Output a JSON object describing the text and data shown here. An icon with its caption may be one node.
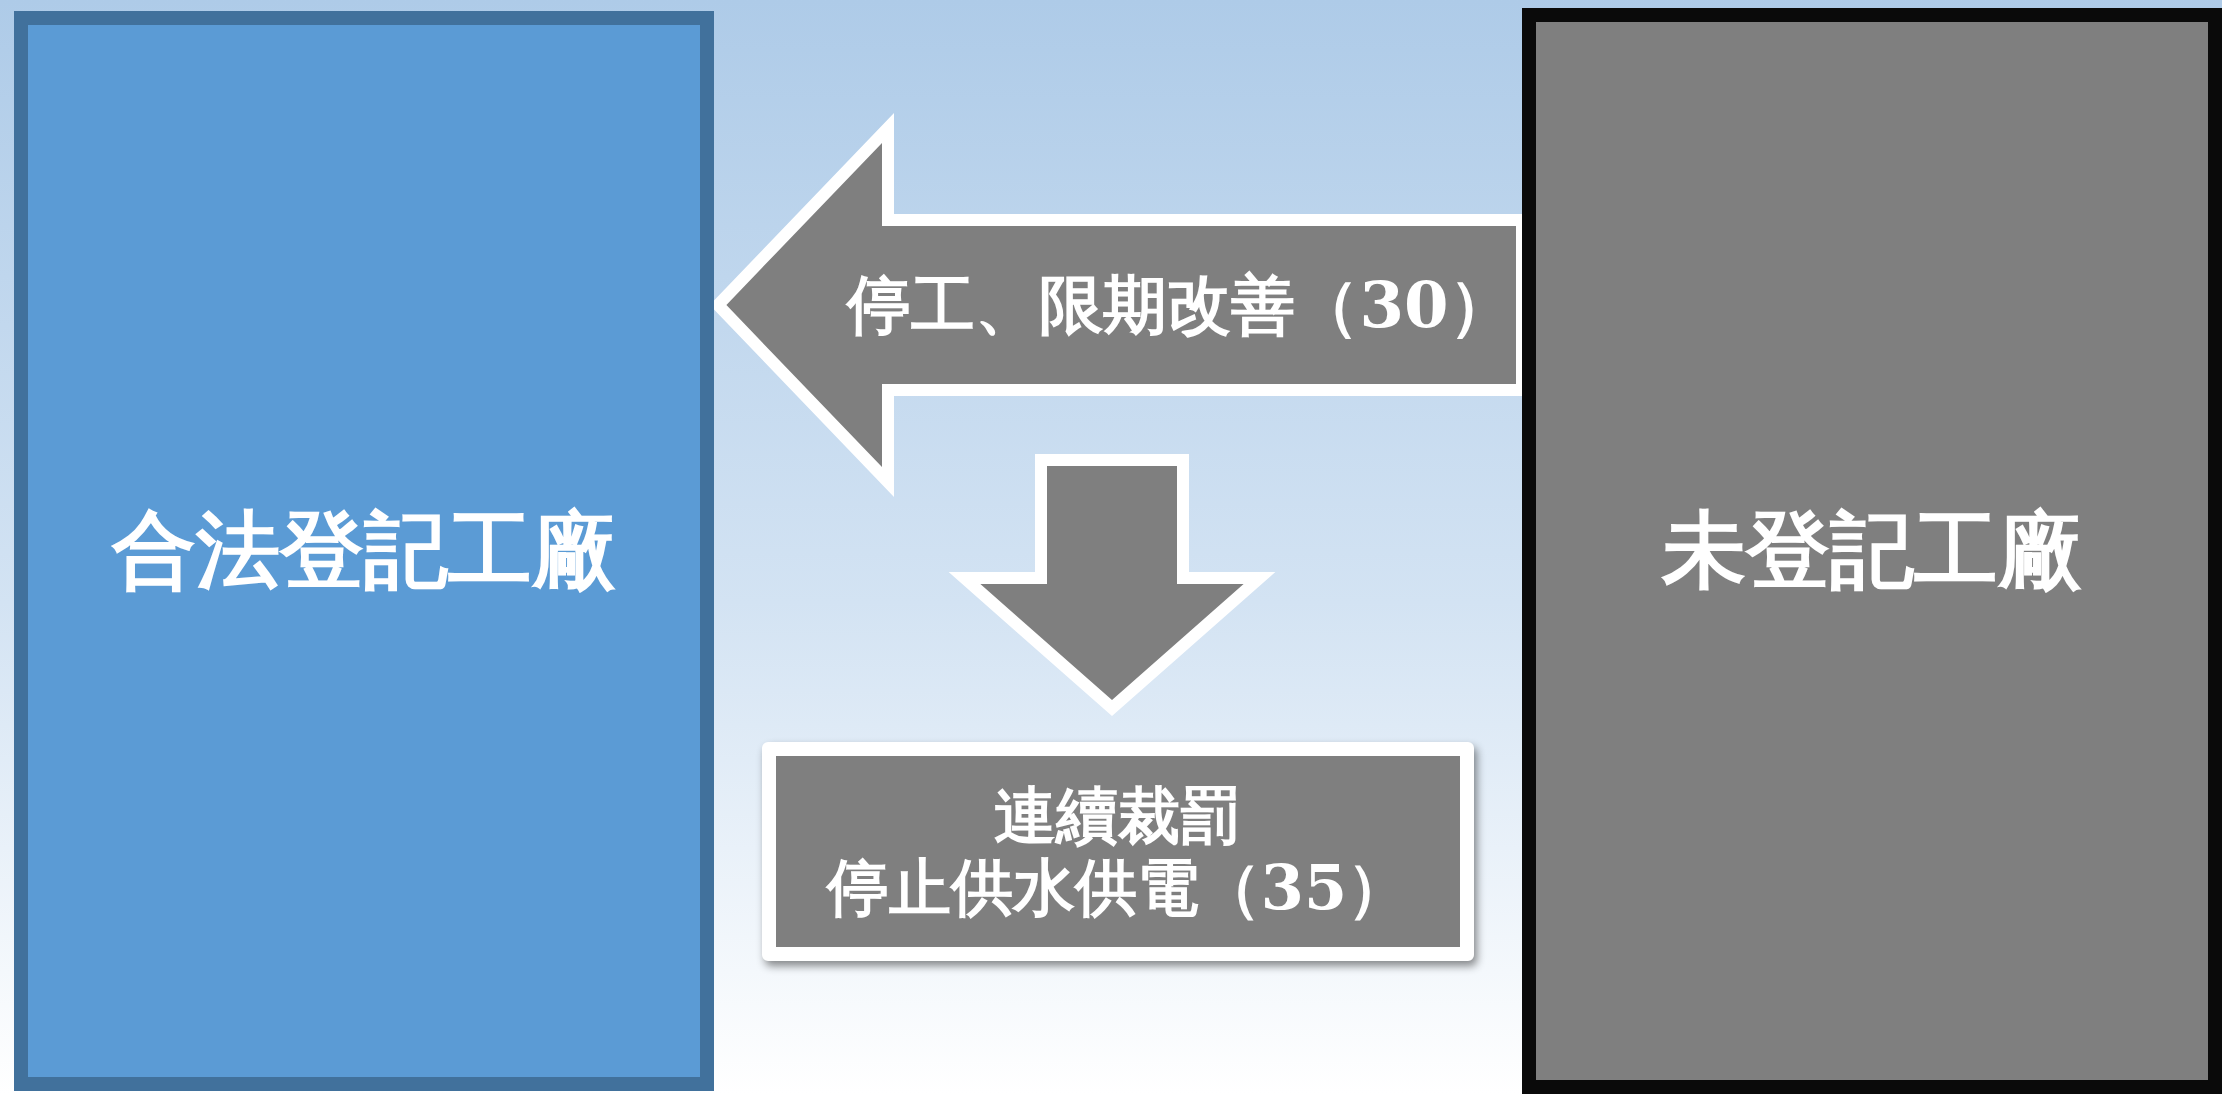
{
  "diagram": {
    "nodes": [
      {
        "text": [
          "合法登記工廠"
        ]
      },
      {
        "text": [
          "連續裁罰",
          "停止供水供電（35）"
        ]
      },
      {
        "text": [
          "未登記工廠"
        ]
      }
    ],
    "edges": [
      {
        "from": 2,
        "to": 0,
        "arrow": "to",
        "style": "thick",
        "label": "停工、限期改善（30）"
      },
      {
        "from": null,
        "to": 1,
        "arrow": "to",
        "style": "thick"
      }
    ]
  }
}
